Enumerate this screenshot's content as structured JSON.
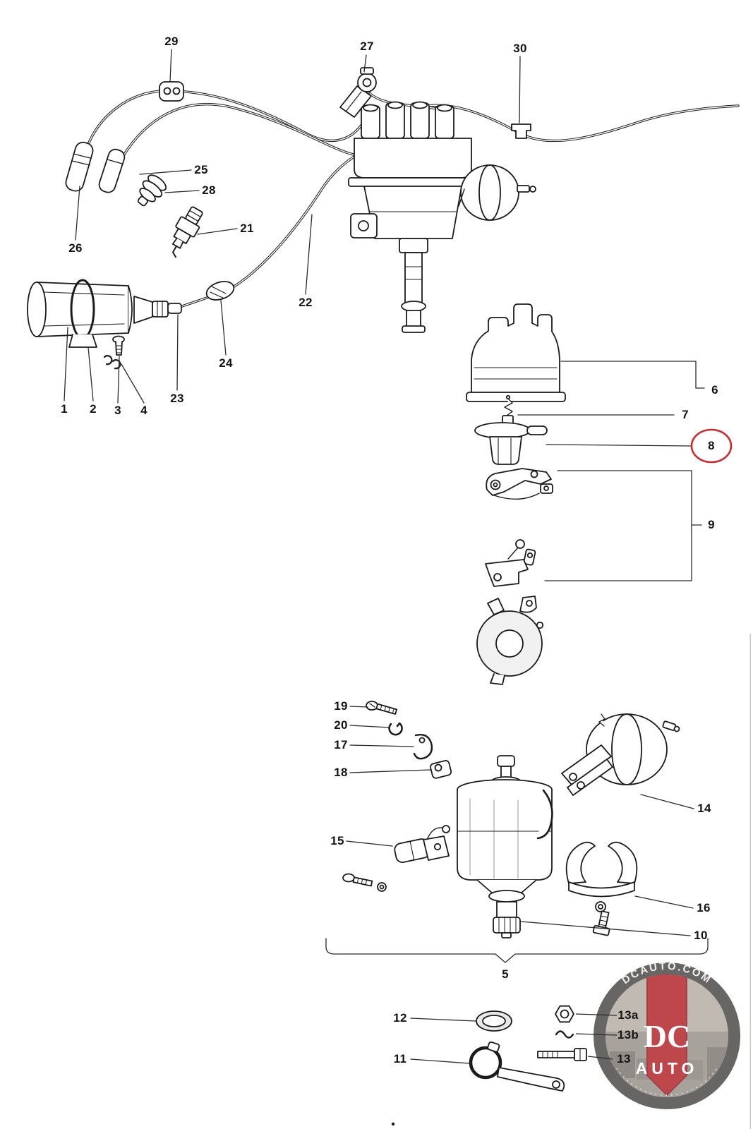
{
  "diagram": {
    "labels": {
      "p1": "1",
      "p2": "2",
      "p3": "3",
      "p4": "4",
      "p5": "5",
      "p6": "6",
      "p7": "7",
      "p8": "8",
      "p9": "9",
      "p10": "10",
      "p11": "11",
      "p12": "12",
      "p13": "13",
      "p13a": "13a",
      "p13b": "13b",
      "p14": "14",
      "p15": "15",
      "p16": "16",
      "p17": "17",
      "p18": "18",
      "p19": "19",
      "p20": "20",
      "p21": "21",
      "p22": "22",
      "p23": "23",
      "p24": "24",
      "p25": "25",
      "p26": "26",
      "p27": "27",
      "p28": "28",
      "p29": "29",
      "p30": "30"
    },
    "highlight": {
      "part": "8",
      "color": "#cc2a2a"
    },
    "watermark": {
      "site": "DCAUTO.COM",
      "brand_line1": "DC",
      "brand_line2": "AUTO"
    }
  }
}
